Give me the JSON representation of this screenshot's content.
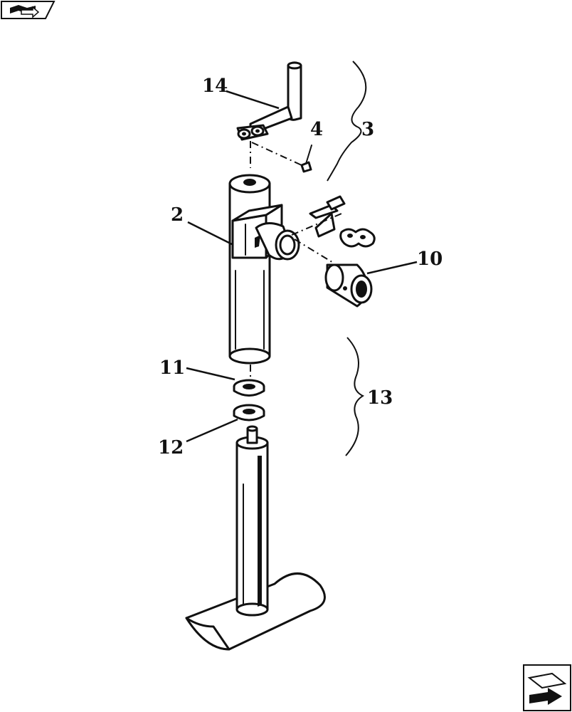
{
  "callouts": {
    "c14": "14",
    "c4": "4",
    "c3": "3",
    "c2": "2",
    "c10": "10",
    "c11": "11",
    "c13": "13",
    "c12": "12"
  },
  "icons": {
    "top_left": "back-book-icon",
    "bottom_right": "next-arrow-icon"
  },
  "colors": {
    "ink": "#111111",
    "paper": "#ffffff"
  }
}
